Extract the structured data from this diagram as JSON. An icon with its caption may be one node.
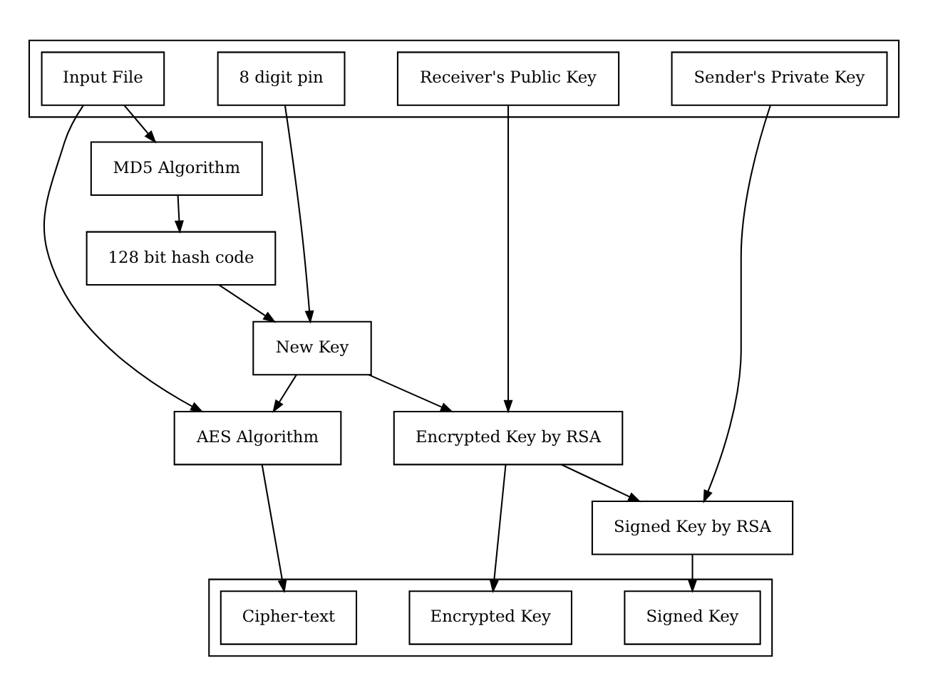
{
  "diagram": {
    "nodes": [
      {
        "text": [],
        "shape": "box"
      },
      {
        "text": [
          "Input File"
        ],
        "in": 0
      },
      {
        "text": [
          "AES Algorithm"
        ]
      },
      {
        "text": [
          "MD5 Algorithm"
        ]
      },
      {
        "text": [
          "128 bit hash code"
        ]
      },
      {
        "text": [
          "8 digit pin"
        ],
        "in": 0
      },
      {
        "text": [
          "New Key"
        ]
      },
      {
        "text": [],
        "shape": "box"
      },
      {
        "text": [
          "Cipher-text"
        ],
        "in": 7
      },
      {
        "text": [
          "Receiver's Public Key"
        ],
        "in": 0
      },
      {
        "text": [
          "Encrypted Key by RSA"
        ]
      },
      {
        "text": [
          "Encrypted Key"
        ],
        "in": 7
      },
      {
        "text": [
          "Sender's Private Key"
        ],
        "in": 0
      },
      {
        "text": [
          "Signed Key by RSA"
        ]
      },
      {
        "text": [
          "Signed Key"
        ],
        "in": 7
      }
    ],
    "edges": [
      {
        "from": 1,
        "to": 2,
        "arrow": "to"
      },
      {
        "from": 1,
        "to": 3,
        "arrow": "to"
      },
      {
        "from": 3,
        "to": 4,
        "arrow": "to"
      },
      {
        "from": 4,
        "to": 6,
        "arrow": "to"
      },
      {
        "from": 5,
        "to": 6,
        "arrow": "to"
      },
      {
        "from": 6,
        "to": 2,
        "arrow": "to"
      },
      {
        "from": 2,
        "to": 8,
        "arrow": "to"
      },
      {
        "from": 6,
        "to": 10,
        "arrow": "to"
      },
      {
        "from": 9,
        "to": 10,
        "arrow": "to"
      },
      {
        "from": 10,
        "to": 11,
        "arrow": "to"
      },
      {
        "from": 10,
        "to": 13,
        "arrow": "to"
      },
      {
        "from": 12,
        "to": 13,
        "arrow": "to"
      },
      {
        "from": 13,
        "to": 14,
        "arrow": "to"
      }
    ]
  }
}
